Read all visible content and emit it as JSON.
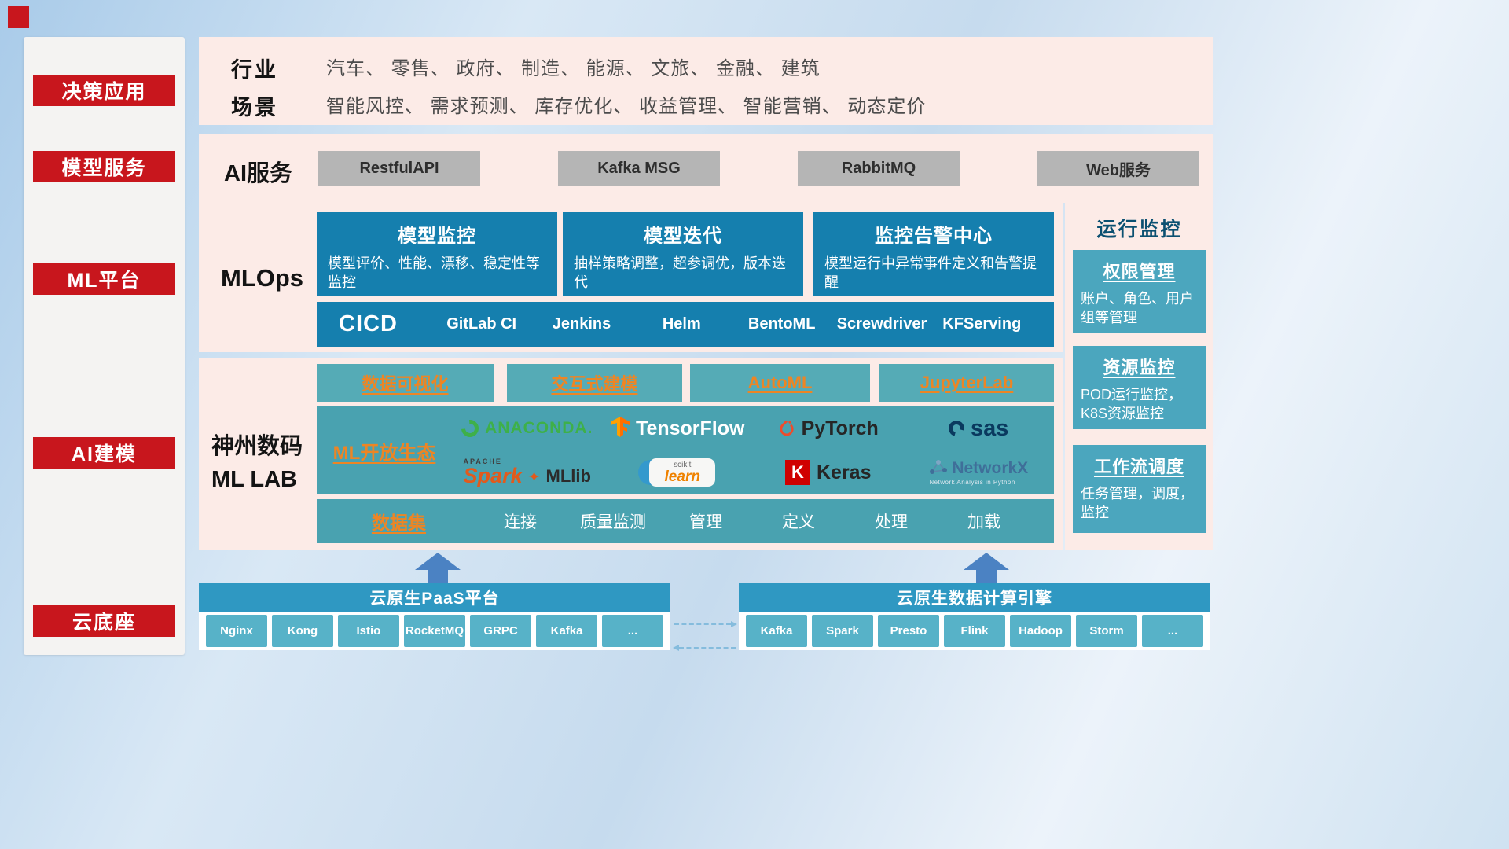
{
  "colors": {
    "accent_red": "#c8161d",
    "panel_pink": "#fcebe7",
    "deep_blue": "#157fae",
    "teal": "#49a2b0",
    "teal_light": "#55abb6",
    "orange": "#ed8524",
    "bar_blue": "#2f98c2",
    "chip_teal": "#57b2c8",
    "gray_chip": "#b5b5b5",
    "arrow_blue": "#4b82c3"
  },
  "sidebar": {
    "items": [
      {
        "label": "决策应用"
      },
      {
        "label": "模型服务"
      },
      {
        "label": "ML平台"
      },
      {
        "label": "AI建模"
      },
      {
        "label": "云底座"
      }
    ]
  },
  "top_panel": {
    "industry_label": "行业",
    "industry_value": "汽车、 零售、 政府、 制造、 能源、 文旅、 金融、 建筑",
    "scene_label": "场景",
    "scene_value": "智能风控、 需求预测、 库存优化、 收益管理、 智能营销、 动态定价"
  },
  "ai_service_panel": {
    "label": "AI服务",
    "items": [
      "RestfulAPI",
      "Kafka MSG",
      "RabbitMQ",
      "Web服务"
    ]
  },
  "mlops_panel": {
    "label": "MLOps",
    "cards": [
      {
        "title": "模型监控",
        "desc": "模型评价、性能、漂移、稳定性等监控"
      },
      {
        "title": "模型迭代",
        "desc": "抽样策略调整，超参调优，版本迭代"
      },
      {
        "title": "监控告警中心",
        "desc": "模型运行中异常事件定义和告警提醒"
      }
    ],
    "cicd_label": "CICD",
    "cicd_items": [
      "GitLab CI",
      "Jenkins",
      "Helm",
      "BentoML",
      "Screwdriver",
      "KFServing"
    ]
  },
  "mllab_panel": {
    "label_line1": "神州数码",
    "label_line2": "ML LAB",
    "tools": [
      "数据可视化",
      "交互式建模",
      "AutoML",
      "JupyterLab"
    ],
    "ecosystem": {
      "label": "ML开放生态",
      "anaconda": "ANACONDA.",
      "tensorflow": "TensorFlow",
      "pytorch": "PyTorch",
      "sas": "sas",
      "spark_prefix": "APACHE",
      "spark": "Spark",
      "spark_star": "✦",
      "mllib": "MLlib",
      "sklearn_top": "scikit",
      "sklearn": "learn",
      "keras_initial": "K",
      "keras": "Keras",
      "networkx": "NetworkX",
      "networkx_sub": "Network Analysis in Python"
    },
    "dataset_label": "数据集",
    "dataset_items": [
      "连接",
      "质量监测",
      "管理",
      "定义",
      "处理",
      "加载"
    ]
  },
  "monitor_panel": {
    "title": "运行监控",
    "cards": [
      {
        "title": "权限管理",
        "desc": "账户、角色、用户组等管理"
      },
      {
        "title": "资源监控",
        "desc": "POD运行监控，K8S资源监控"
      },
      {
        "title": "工作流调度",
        "desc": "任务管理，调度，监控"
      }
    ]
  },
  "cloud_base": {
    "paas_title": "云原生PaaS平台",
    "paas_items": [
      "Nginx",
      "Kong",
      "Istio",
      "RocketMQ",
      "GRPC",
      "Kafka",
      "..."
    ],
    "engine_title": "云原生数据计算引擎",
    "engine_items": [
      "Kafka",
      "Spark",
      "Presto",
      "Flink",
      "Hadoop",
      "Storm",
      "..."
    ]
  }
}
